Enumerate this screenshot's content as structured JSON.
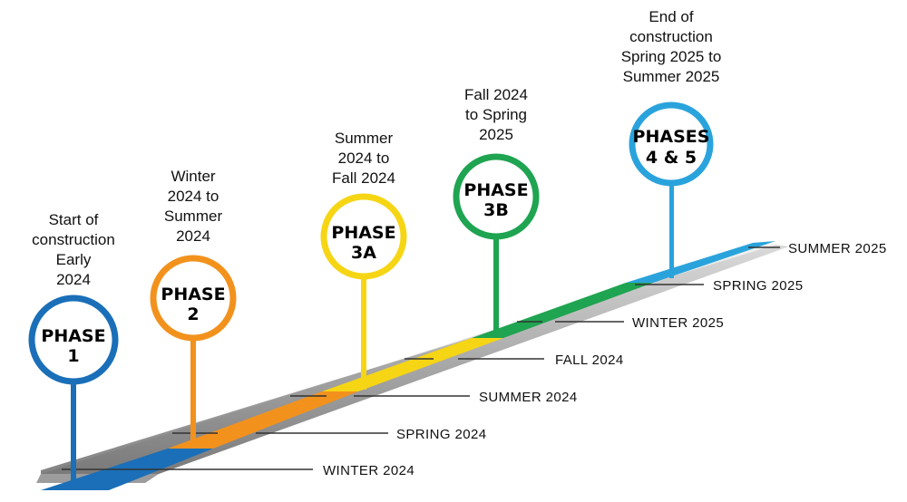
{
  "phases": [
    {
      "id": "phase-1",
      "title": [
        "PHASE",
        "1"
      ],
      "caption": [
        "Start of",
        "construction",
        "Early",
        "2024"
      ],
      "color": "#1a6fb8"
    },
    {
      "id": "phase-2",
      "title": [
        "PHASE",
        "2"
      ],
      "caption": [
        "Winter",
        "2024 to",
        "Summer",
        "2024"
      ],
      "color": "#f2921d"
    },
    {
      "id": "phase-3a",
      "title": [
        "PHASE",
        "3A"
      ],
      "caption": [
        "Summer",
        "2024 to",
        "Fall 2024"
      ],
      "color": "#f6d515"
    },
    {
      "id": "phase-3b",
      "title": [
        "PHASE",
        "3B"
      ],
      "caption": [
        "Fall 2024",
        "to Spring",
        "2025"
      ],
      "color": "#1fa451"
    },
    {
      "id": "phases-4-5",
      "title": [
        "PHASES",
        "4 & 5"
      ],
      "caption": [
        "End of",
        "construction",
        "Spring 2025 to",
        "Summer 2025"
      ],
      "color": "#2aa3dc"
    }
  ],
  "seasons": [
    "WINTER 2024",
    "SPRING 2024",
    "SUMMER 2024",
    "FALL 2024",
    "WINTER 2025",
    "SPRING 2025",
    "SUMMER 2025"
  ]
}
